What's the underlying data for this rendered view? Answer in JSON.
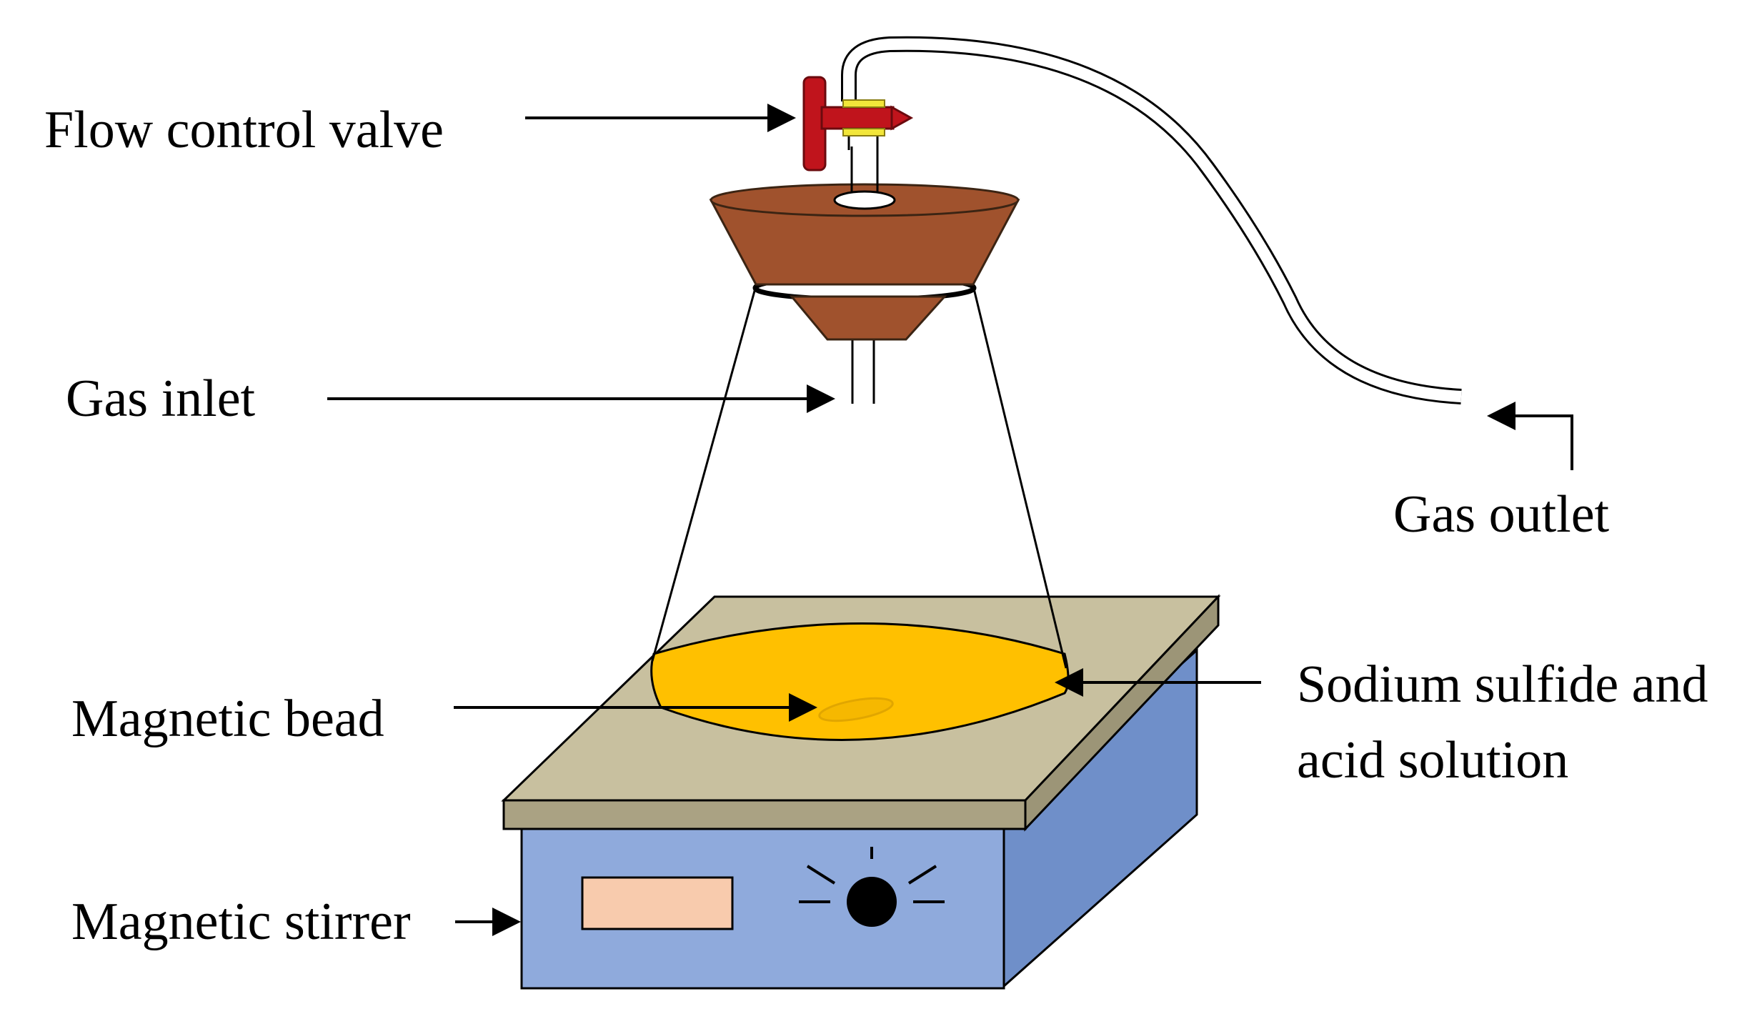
{
  "labels": {
    "flow_control_valve": "Flow control valve",
    "gas_inlet": "Gas inlet",
    "gas_outlet": "Gas outlet",
    "magnetic_bead": "Magnetic bead",
    "solution_line1": "Sodium sulfide and",
    "solution_line2": "acid solution",
    "magnetic_stirrer": "Magnetic stirrer"
  },
  "colors": {
    "stopper": "#a0522d",
    "stopper_outline": "#3b2413",
    "valve_handle": "#c0141c",
    "valve_band": "#f2e63a",
    "solution": "#ffc000",
    "hotplate_top": "#c8c09f",
    "stirrer_front": "#8faadc",
    "stirrer_side": "#6f8fc9",
    "display": "#f8cbad",
    "knob": "#000000"
  }
}
